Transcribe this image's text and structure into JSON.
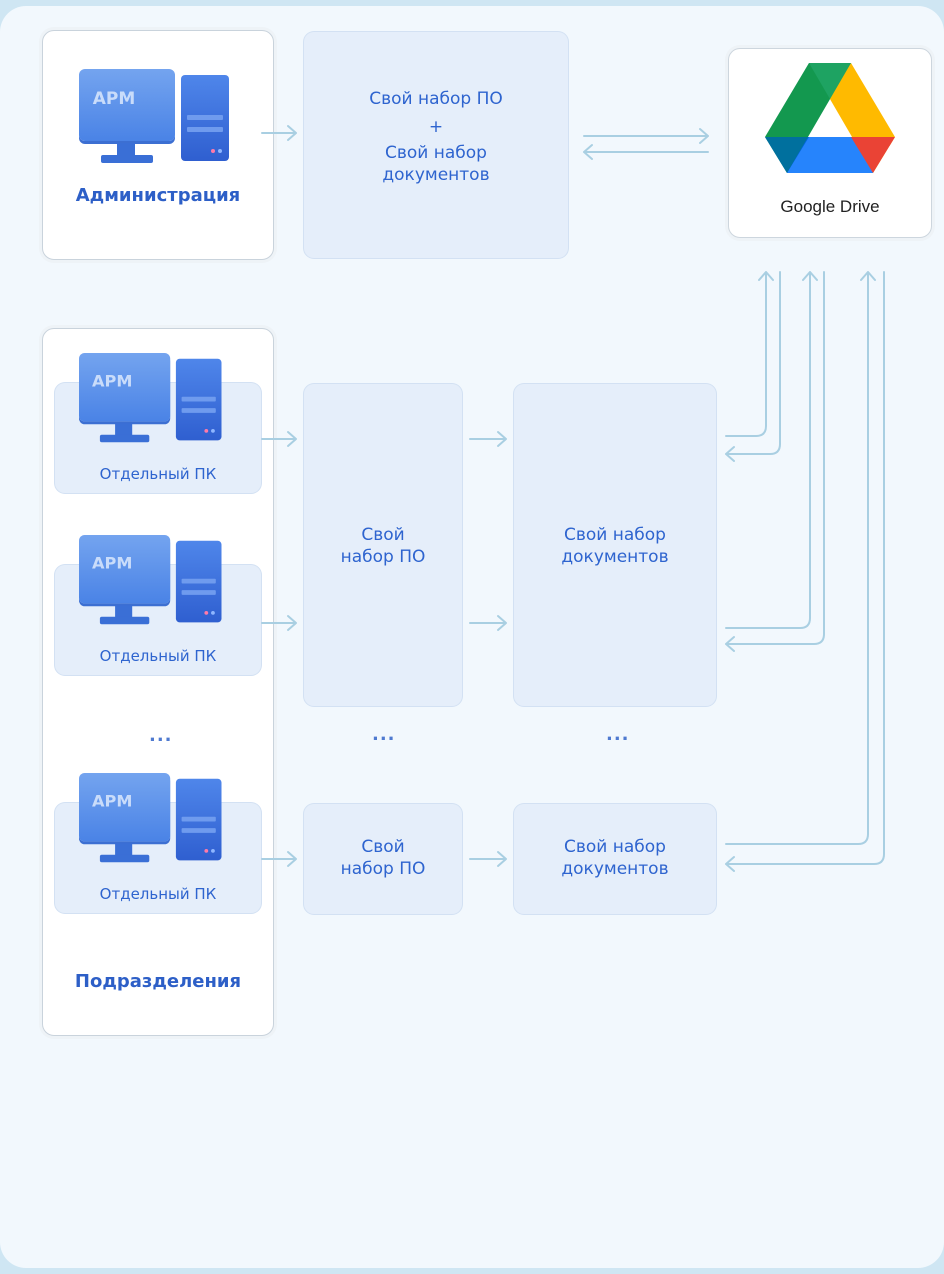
{
  "admin": {
    "arm_label": "АРМ",
    "title": "Администрация",
    "bundle": {
      "line1": "Свой набор ПО",
      "plus": "+",
      "line2": "Свой набор",
      "line3": "документов"
    }
  },
  "cloud": {
    "label": "Google Drive",
    "icon": "google-drive-icon"
  },
  "departments": {
    "title": "Подразделения",
    "arm_label": "АРМ",
    "pc_label": "Отдельный ПК",
    "ellipsis": "...",
    "software": {
      "line1": "Свой",
      "line2": "набор ПО"
    },
    "documents": {
      "line1": "Свой набор",
      "line2": "документов"
    }
  },
  "colors": {
    "accent": "#2e64cf",
    "arrow": "#a9cfe2",
    "drive_green": "#1ea362",
    "drive_yellow": "#ffba00",
    "drive_blue": "#2684fc",
    "drive_red": "#ea4335"
  }
}
